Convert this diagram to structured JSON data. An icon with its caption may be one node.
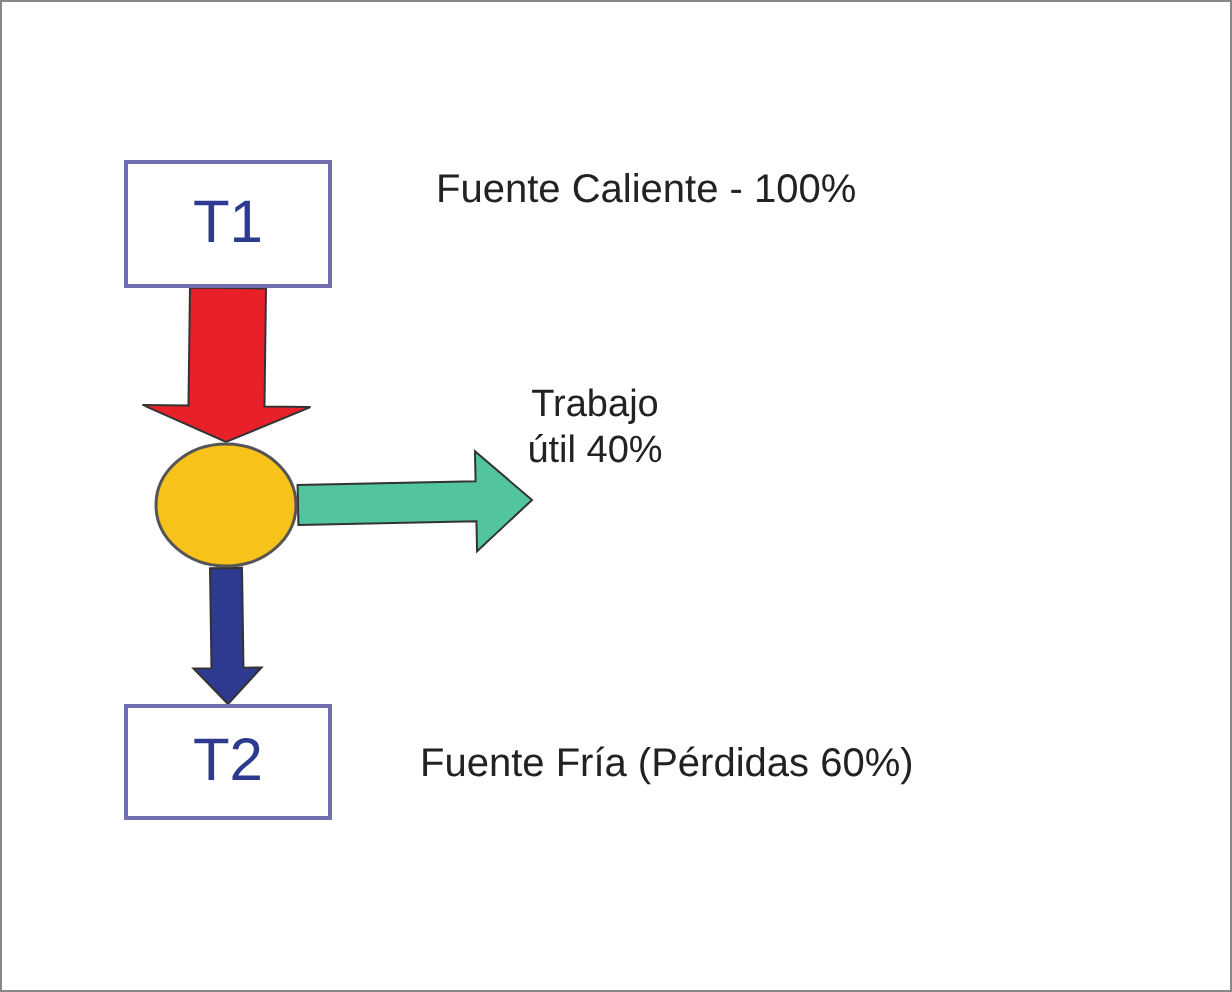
{
  "diagram": {
    "nodes": [
      {
        "text": [
          "T1"
        ],
        "beside": [
          "Fuente Caliente  - 100%"
        ]
      },
      {
        "text": [],
        "shape": "circle"
      },
      {
        "text": [
          "T2"
        ],
        "beside": [
          "Fuente Fría (Pérdidas 60%)"
        ]
      }
    ],
    "edges": [
      {
        "from": 0,
        "to": 1,
        "arrow": "to",
        "style": "thick",
        "color": "#e8202a"
      },
      {
        "from": 1,
        "to": null,
        "arrow": "to",
        "label": "Trabajo útil 40%",
        "style": "thick",
        "color": "#52c4a0"
      },
      {
        "from": 1,
        "to": 2,
        "arrow": "to",
        "style": "thick",
        "color": "#2e3a8f"
      }
    ]
  }
}
